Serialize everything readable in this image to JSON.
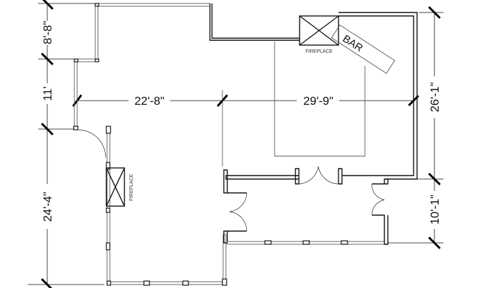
{
  "plan": {
    "dimensions": {
      "left_top": "8'-8\"",
      "left_middle": "11'",
      "left_bottom": "24'-4\"",
      "horizontal_left": "22'-8\"",
      "horizontal_right": "29'-9\"",
      "right_top": "26'-1\"",
      "right_bottom": "10'-1\""
    },
    "labels": {
      "fireplace_top": "FIREPLACE",
      "fireplace_left": "FIREPLACE",
      "bar": "BAR"
    }
  }
}
